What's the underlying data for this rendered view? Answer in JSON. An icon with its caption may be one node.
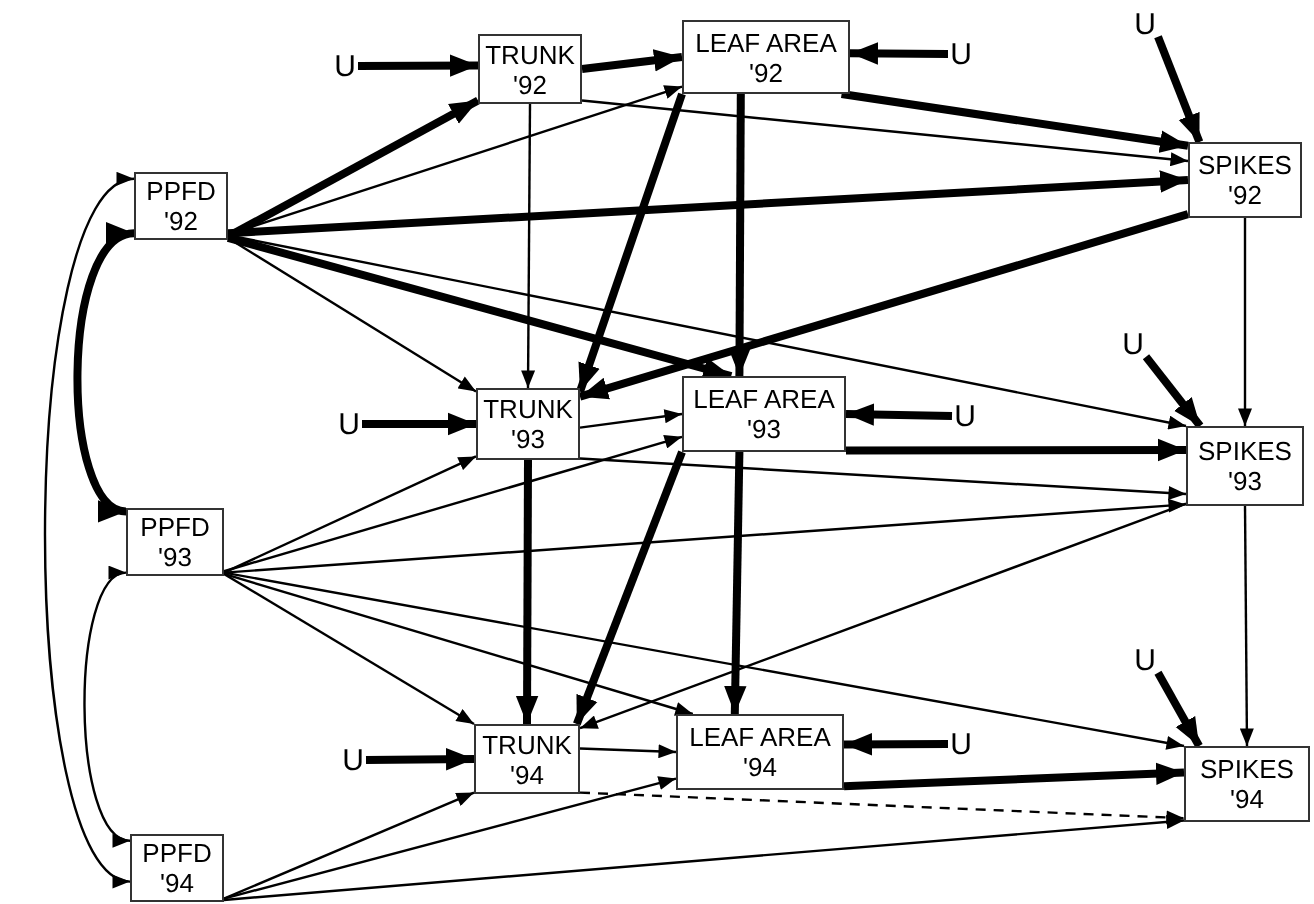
{
  "diagram": {
    "nodes": [
      {
        "text": [
          "PPFD '92"
        ]
      },
      {
        "text": [
          "PPFD '93"
        ]
      },
      {
        "text": [
          "PPFD '94"
        ]
      },
      {
        "text": [
          "TRUNK '92"
        ]
      },
      {
        "text": [
          "TRUNK '93"
        ]
      },
      {
        "text": [
          "TRUNK '94"
        ]
      },
      {
        "text": [
          "LEAF AREA '92"
        ]
      },
      {
        "text": [
          "LEAF AREA '93"
        ]
      },
      {
        "text": [
          "LEAF AREA '94"
        ]
      },
      {
        "text": [
          "SPIKES '92"
        ]
      },
      {
        "text": [
          "SPIKES '93"
        ]
      },
      {
        "text": [
          "SPIKES '94"
        ]
      },
      {
        "text": [
          "U"
        ]
      },
      {
        "text": [
          "U"
        ]
      },
      {
        "text": [
          "U"
        ]
      },
      {
        "text": [
          "U"
        ]
      },
      {
        "text": [
          "U"
        ]
      },
      {
        "text": [
          "U"
        ]
      },
      {
        "text": [
          "U"
        ]
      },
      {
        "text": [
          "U"
        ]
      },
      {
        "text": [
          "U"
        ]
      }
    ],
    "edges": [
      {
        "from": 0,
        "to": 1,
        "arrow": "both",
        "style": "thick"
      },
      {
        "from": 1,
        "to": 2,
        "arrow": "both"
      },
      {
        "from": 0,
        "to": 2,
        "arrow": "both"
      },
      {
        "from": 0,
        "to": 3,
        "arrow": "to",
        "style": "thick"
      },
      {
        "from": 0,
        "to": 6,
        "arrow": "to"
      },
      {
        "from": 0,
        "to": 9,
        "arrow": "to",
        "style": "thick"
      },
      {
        "from": 0,
        "to": 4,
        "arrow": "to"
      },
      {
        "from": 0,
        "to": 7,
        "arrow": "to",
        "style": "thick"
      },
      {
        "from": 0,
        "to": 10,
        "arrow": "to"
      },
      {
        "from": 3,
        "to": 6,
        "arrow": "to",
        "style": "thick"
      },
      {
        "from": 3,
        "to": 9,
        "arrow": "to"
      },
      {
        "from": 3,
        "to": 4,
        "arrow": "to"
      },
      {
        "from": 6,
        "to": 9,
        "arrow": "to",
        "style": "thick"
      },
      {
        "from": 6,
        "to": 7,
        "arrow": "to",
        "style": "thick"
      },
      {
        "from": 6,
        "to": 4,
        "arrow": "to",
        "style": "thick"
      },
      {
        "from": 9,
        "to": 10,
        "arrow": "to"
      },
      {
        "from": 9,
        "to": 4,
        "arrow": "to",
        "style": "thick"
      },
      {
        "from": 4,
        "to": 7,
        "arrow": "to"
      },
      {
        "from": 4,
        "to": 5,
        "arrow": "to",
        "style": "thick"
      },
      {
        "from": 4,
        "to": 10,
        "arrow": "to"
      },
      {
        "from": 7,
        "to": 10,
        "arrow": "to",
        "style": "thick"
      },
      {
        "from": 7,
        "to": 8,
        "arrow": "to",
        "style": "thick"
      },
      {
        "from": 7,
        "to": 5,
        "arrow": "to",
        "style": "thick"
      },
      {
        "from": 10,
        "to": 11,
        "arrow": "to"
      },
      {
        "from": 10,
        "to": 5,
        "arrow": "to"
      },
      {
        "from": 1,
        "to": 4,
        "arrow": "to"
      },
      {
        "from": 1,
        "to": 7,
        "arrow": "to"
      },
      {
        "from": 1,
        "to": 10,
        "arrow": "to"
      },
      {
        "from": 1,
        "to": 11,
        "arrow": "to"
      },
      {
        "from": 1,
        "to": 8,
        "arrow": "to"
      },
      {
        "from": 1,
        "to": 5,
        "arrow": "to"
      },
      {
        "from": 5,
        "to": 8,
        "arrow": "to"
      },
      {
        "from": 5,
        "to": 11,
        "arrow": "to",
        "style": "dashed"
      },
      {
        "from": 8,
        "to": 11,
        "arrow": "to",
        "style": "thick"
      },
      {
        "from": 2,
        "to": 5,
        "arrow": "to"
      },
      {
        "from": 2,
        "to": 8,
        "arrow": "to"
      },
      {
        "from": 2,
        "to": 11,
        "arrow": "to"
      },
      {
        "from": 12,
        "to": 3,
        "arrow": "to",
        "style": "thick"
      },
      {
        "from": 13,
        "to": 6,
        "arrow": "to",
        "style": "thick"
      },
      {
        "from": 14,
        "to": 9,
        "arrow": "to",
        "style": "thick"
      },
      {
        "from": 15,
        "to": 4,
        "arrow": "to",
        "style": "thick"
      },
      {
        "from": 16,
        "to": 7,
        "arrow": "to",
        "style": "thick"
      },
      {
        "from": 17,
        "to": 10,
        "arrow": "to",
        "style": "thick"
      },
      {
        "from": 18,
        "to": 5,
        "arrow": "to",
        "style": "thick"
      },
      {
        "from": 19,
        "to": 8,
        "arrow": "to",
        "style": "thick"
      },
      {
        "from": 20,
        "to": 11,
        "arrow": "to",
        "style": "thick"
      }
    ]
  }
}
